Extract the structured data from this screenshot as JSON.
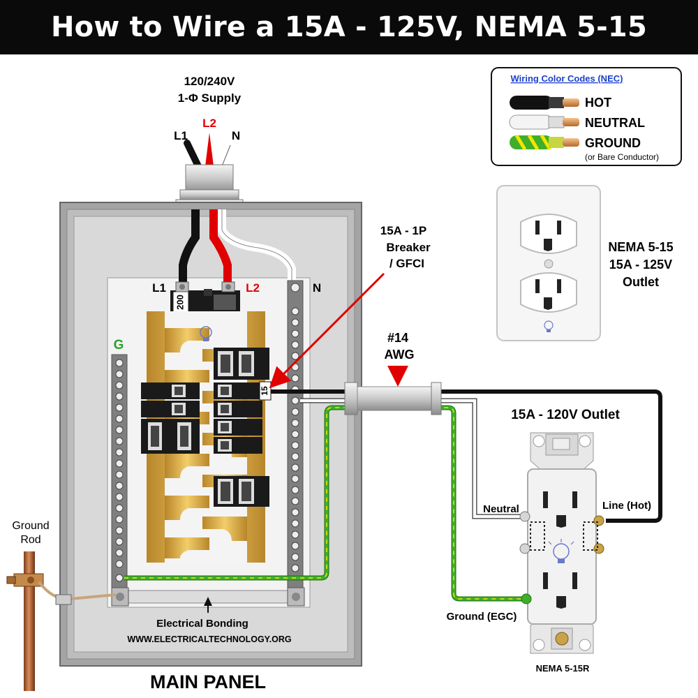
{
  "title": "How to Wire a 15A - 125V, NEMA 5-15 Outlet",
  "supply": {
    "voltage": "120/240V",
    "phase": "1-Φ Supply",
    "l1": "L1",
    "l2": "L2",
    "n": "N"
  },
  "legend": {
    "heading": "Wiring Color Codes (NEC)",
    "hot": "HOT",
    "neutral": "NEUTRAL",
    "ground": "GROUND",
    "ground_note": "(or Bare Conductor)"
  },
  "panel": {
    "l1": "L1",
    "l2": "L2",
    "n": "N",
    "g": "G",
    "main_breaker": "200",
    "branch_breaker": "15",
    "bonding": "Electrical Bonding",
    "website": "WWW.ELECTRICALTECHNOLOGY.ORG",
    "caption": "MAIN PANEL"
  },
  "breaker_callout": {
    "line1": "15A - 1P",
    "line2": "Breaker",
    "line3": "/ GFCI"
  },
  "wire_gauge": {
    "line1": "#14",
    "line2": "AWG"
  },
  "ground_rod": {
    "line1": "Ground",
    "line2": "Rod"
  },
  "outlet_plate": {
    "line1": "NEMA 5-15",
    "line2": "15A - 125V",
    "line3": "Outlet"
  },
  "receptacle": {
    "heading": "15A - 120V Outlet",
    "neutral": "Neutral",
    "line_hot": "Line (Hot)",
    "ground_egc": "Ground (EGC)",
    "model": "NEMA 5-15R"
  },
  "colors": {
    "hot": "#111111",
    "l2": "#e10000",
    "neutral": "#ffffff",
    "ground": "#3fae2a",
    "ground_stripe": "#f2e600",
    "accent_red": "#e00000",
    "legend_link": "#1a3fcc",
    "busbar": "#e0b040"
  },
  "icons": [
    "lightbulb-icon",
    "screw-icon",
    "arrow-icon",
    "ground-rod-clamp-icon"
  ]
}
